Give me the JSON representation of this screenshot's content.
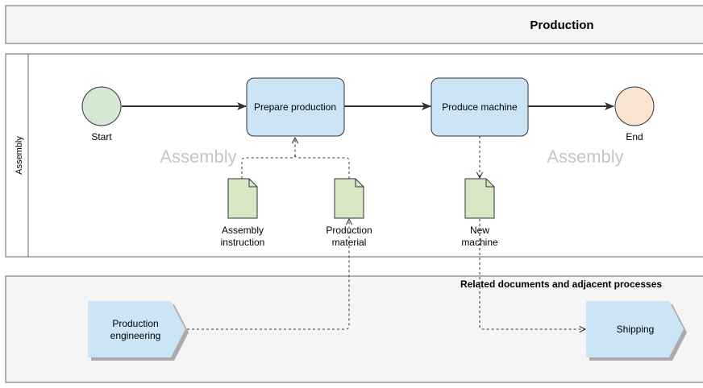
{
  "header": {
    "title": "Production"
  },
  "lane": {
    "label": "Assembly",
    "watermark_left": "Assembly",
    "watermark_right": "Assembly"
  },
  "events": {
    "start_label": "Start",
    "end_label": "End"
  },
  "tasks": {
    "prepare_production": "Prepare production",
    "produce_machine": "Produce machine"
  },
  "documents": {
    "assembly_instruction": {
      "line1": "Assembly",
      "line2": "instruction"
    },
    "production_material": {
      "line1": "Production",
      "line2": "material"
    },
    "new_machine": {
      "line1": "New",
      "line2": "machine"
    }
  },
  "related": {
    "title": "Related documents and adjacent processes",
    "production_engineering": {
      "line1": "Production",
      "line2": "engineering"
    },
    "shipping": "Shipping"
  },
  "colors": {
    "start_fill": "#d5e8d4",
    "end_fill": "#fae5d3",
    "task_fill": "#cce5f6",
    "document_fill": "#d6e8c4",
    "pentagon_fill": "#cce5f6",
    "panel_fill": "#f5f5f5",
    "stroke": "#333333",
    "watermark": "#c6c6c6"
  }
}
